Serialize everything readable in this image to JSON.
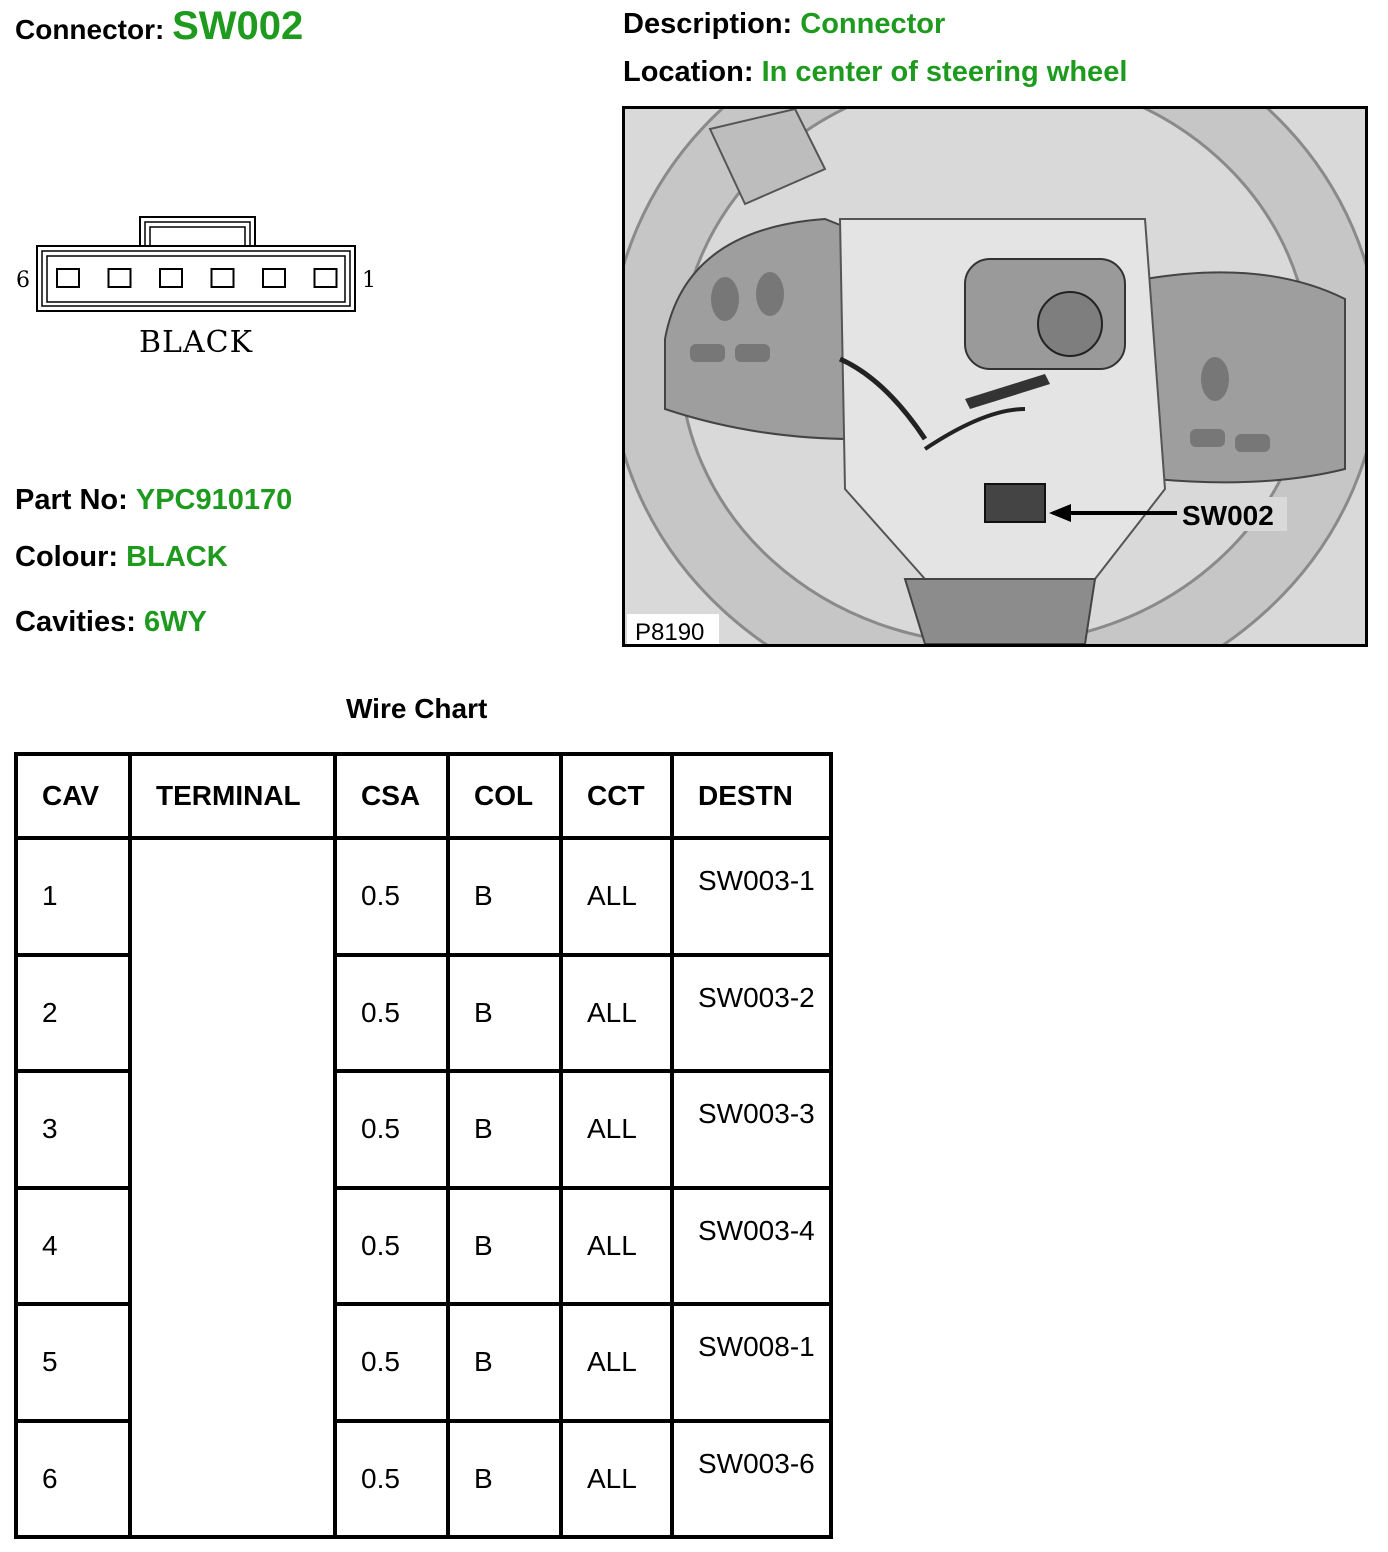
{
  "connector": {
    "label": "Connector:",
    "value": "SW002"
  },
  "description": {
    "label": "Description:",
    "value": "Connector"
  },
  "location": {
    "label": "Location:",
    "value": "In center of steering wheel"
  },
  "part_no": {
    "label": "Part No:",
    "value": "YPC910170"
  },
  "colour": {
    "label": "Colour:",
    "value": "BLACK"
  },
  "cavities": {
    "label": "Cavities:",
    "value": "6WY"
  },
  "connector_drawing": {
    "left_pin": "6",
    "right_pin": "1",
    "colour_text": "BLACK",
    "cavity_count": 6
  },
  "photo": {
    "callout": "SW002",
    "reference": "P8190"
  },
  "wire_chart": {
    "title": "Wire Chart",
    "headers": [
      "CAV",
      "TERMINAL",
      "CSA",
      "COL",
      "CCT",
      "DESTN"
    ],
    "rows": [
      {
        "cav": "1",
        "terminal": "",
        "csa": "0.5",
        "col": "B",
        "cct": "ALL",
        "destn": "SW003-1"
      },
      {
        "cav": "2",
        "terminal": "",
        "csa": "0.5",
        "col": "B",
        "cct": "ALL",
        "destn": "SW003-2"
      },
      {
        "cav": "3",
        "terminal": "",
        "csa": "0.5",
        "col": "B",
        "cct": "ALL",
        "destn": "SW003-3"
      },
      {
        "cav": "4",
        "terminal": "",
        "csa": "0.5",
        "col": "B",
        "cct": "ALL",
        "destn": "SW003-4"
      },
      {
        "cav": "5",
        "terminal": "",
        "csa": "0.5",
        "col": "B",
        "cct": "ALL",
        "destn": "SW008-1"
      },
      {
        "cav": "6",
        "terminal": "",
        "csa": "0.5",
        "col": "B",
        "cct": "ALL",
        "destn": "SW003-6"
      }
    ]
  },
  "colors": {
    "label": "#000000",
    "value": "#1e9a1e"
  }
}
